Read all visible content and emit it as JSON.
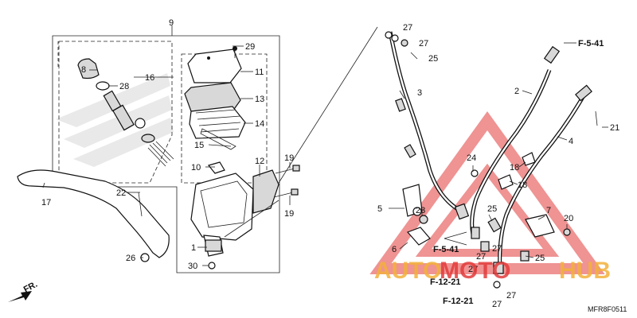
{
  "diagram": {
    "drawing_code": "MFR8F0511",
    "direction_label": "FR.",
    "watermark": {
      "text_a": "AUTO",
      "text_b": "MOTO",
      "text_c": "HUB"
    },
    "callouts": [
      {
        "id": "c9",
        "text": "9"
      },
      {
        "id": "c29",
        "text": "29"
      },
      {
        "id": "c8",
        "text": "8"
      },
      {
        "id": "c16",
        "text": "16"
      },
      {
        "id": "c28",
        "text": "28"
      },
      {
        "id": "c11",
        "text": "11"
      },
      {
        "id": "c13",
        "text": "13"
      },
      {
        "id": "c14",
        "text": "14"
      },
      {
        "id": "c15",
        "text": "15"
      },
      {
        "id": "c10",
        "text": "10"
      },
      {
        "id": "c12",
        "text": "12"
      },
      {
        "id": "c19a",
        "text": "19"
      },
      {
        "id": "c19b",
        "text": "19"
      },
      {
        "id": "c17",
        "text": "17"
      },
      {
        "id": "c22",
        "text": "22"
      },
      {
        "id": "c1",
        "text": "1"
      },
      {
        "id": "c26",
        "text": "26"
      },
      {
        "id": "c30",
        "text": "30"
      },
      {
        "id": "c27a",
        "text": "27"
      },
      {
        "id": "c27b",
        "text": "27"
      },
      {
        "id": "c25a",
        "text": "25"
      },
      {
        "id": "c3",
        "text": "3"
      },
      {
        "id": "c2",
        "text": "2"
      },
      {
        "id": "c4",
        "text": "4"
      },
      {
        "id": "c21",
        "text": "21"
      },
      {
        "id": "c24",
        "text": "24"
      },
      {
        "id": "c18a",
        "text": "18"
      },
      {
        "id": "c18b",
        "text": "18"
      },
      {
        "id": "c5",
        "text": "5"
      },
      {
        "id": "c23",
        "text": "23"
      },
      {
        "id": "c25b",
        "text": "25"
      },
      {
        "id": "c7",
        "text": "7"
      },
      {
        "id": "c20",
        "text": "20"
      },
      {
        "id": "c6",
        "text": "6"
      },
      {
        "id": "c27c",
        "text": "27"
      },
      {
        "id": "c27d",
        "text": "27"
      },
      {
        "id": "c25c",
        "text": "25"
      },
      {
        "id": "c27e",
        "text": "27"
      },
      {
        "id": "c27f",
        "text": "27"
      },
      {
        "id": "c27g",
        "text": "27"
      }
    ],
    "references": [
      {
        "id": "r1",
        "text": "F-5-41"
      },
      {
        "id": "r2",
        "text": "F-5-41"
      },
      {
        "id": "r3",
        "text": "F-12-21"
      },
      {
        "id": "r4",
        "text": "F-12-21"
      }
    ]
  }
}
